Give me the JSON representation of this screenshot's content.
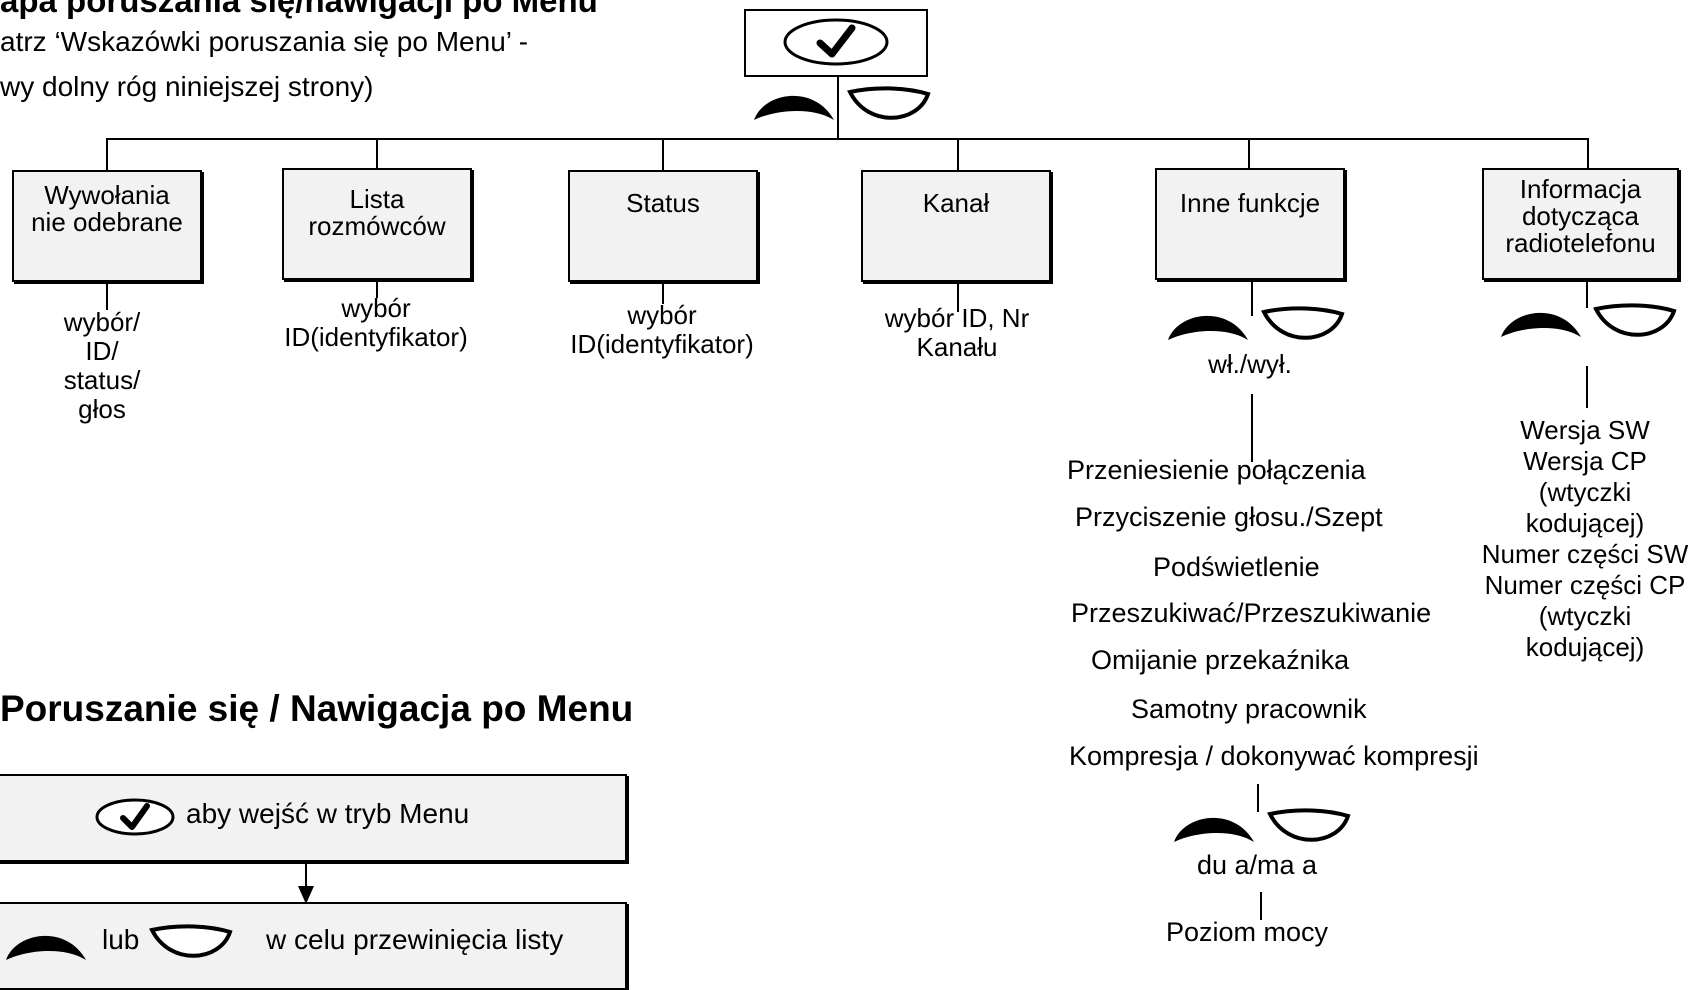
{
  "map": {
    "title": "apa poruszania się/nawigacji po Menu",
    "intro_line1": "atrz ‘Wskazówki poruszania się po Menu’ -",
    "intro_line2": "wy dolny róg niniejszej strony)"
  },
  "boxes": [
    {
      "lines": [
        "Wywołania",
        "nie odebrane"
      ]
    },
    {
      "lines": [
        "Lista",
        "rozmówców"
      ]
    },
    {
      "lines": [
        "Status"
      ]
    },
    {
      "lines": [
        "Kanał"
      ]
    },
    {
      "lines": [
        "Inne funkcje"
      ]
    },
    {
      "lines": [
        "Informacja",
        "dotycząca",
        "radiotelefonu"
      ]
    }
  ],
  "sublabels": {
    "calls": [
      "wybór/",
      "ID/",
      "status/",
      "głos"
    ],
    "list": [
      "wybór",
      "ID(identyfikator)"
    ],
    "status": [
      "wybór",
      "ID(identyfikator)"
    ],
    "channel": [
      "wybór ID, Nr",
      "Kanału"
    ],
    "other_toggle": "wł./wył."
  },
  "other_functions": [
    "Przeniesienie połączenia",
    "Przyciszenie głosu./Szept",
    "Podświetlenie",
    "Przeszukiwać/Przeszukiwanie",
    "Omijanie przekaźnika",
    "Samotny pracownik",
    "Kompresja / dokonywać kompresji"
  ],
  "other_more": {
    "toggle": "du a/ma a",
    "power": "Poziom mocy"
  },
  "radio_info": [
    "Wersja SW",
    "Wersja CP",
    "(wtyczki",
    "kodującej)",
    "Numer części SW",
    "Numer części CP",
    "(wtyczki",
    "kodującej)"
  ],
  "navigation": {
    "title": "Poruszanie się / Nawigacja po Menu",
    "step1": "aby wejść w tryb Menu",
    "step2_or": "lub",
    "step2_text": "w celu przewinięcia listy"
  }
}
